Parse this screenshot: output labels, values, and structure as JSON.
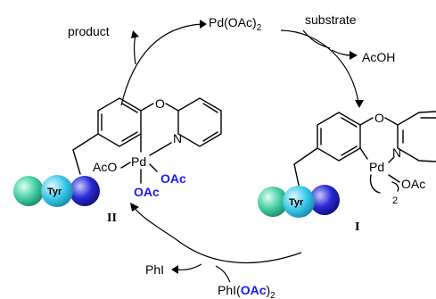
{
  "cycle": {
    "top_reagent": "Pd(OAc)",
    "top_reagent_sub": "2",
    "substrate_label": "substrate",
    "acoh_label": "AcOH",
    "product_label": "product",
    "phi_label": "PhI",
    "oxidant_prefix": "PhI(",
    "oxidant_group": "OAc",
    "oxidant_suffix": ")",
    "oxidant_sub": "2"
  },
  "complex_II": {
    "id_label": "II",
    "o_bridge": "O",
    "n_atom": "N",
    "pd_atom": "Pd",
    "aco_label": "AcO",
    "oac_axial_1": "OAc",
    "oac_axial_2": "OAc",
    "tyr_label": "Tyr"
  },
  "complex_I": {
    "id_label": "I",
    "o_bridge": "O",
    "n_atom": "N",
    "pd_atom": "Pd",
    "oac_label": "OAc",
    "dimer_sub": "2",
    "tyr_label": "Tyr"
  },
  "colors": {
    "oac_highlight": "#1a1aff",
    "sphere_green": "#3fc9a0",
    "sphere_cyan": "#35c6e6",
    "sphere_blue": "#2a2ad6"
  },
  "icons": [
    "cycle-arrow",
    "tyrosine-bead",
    "peptide-sphere"
  ]
}
